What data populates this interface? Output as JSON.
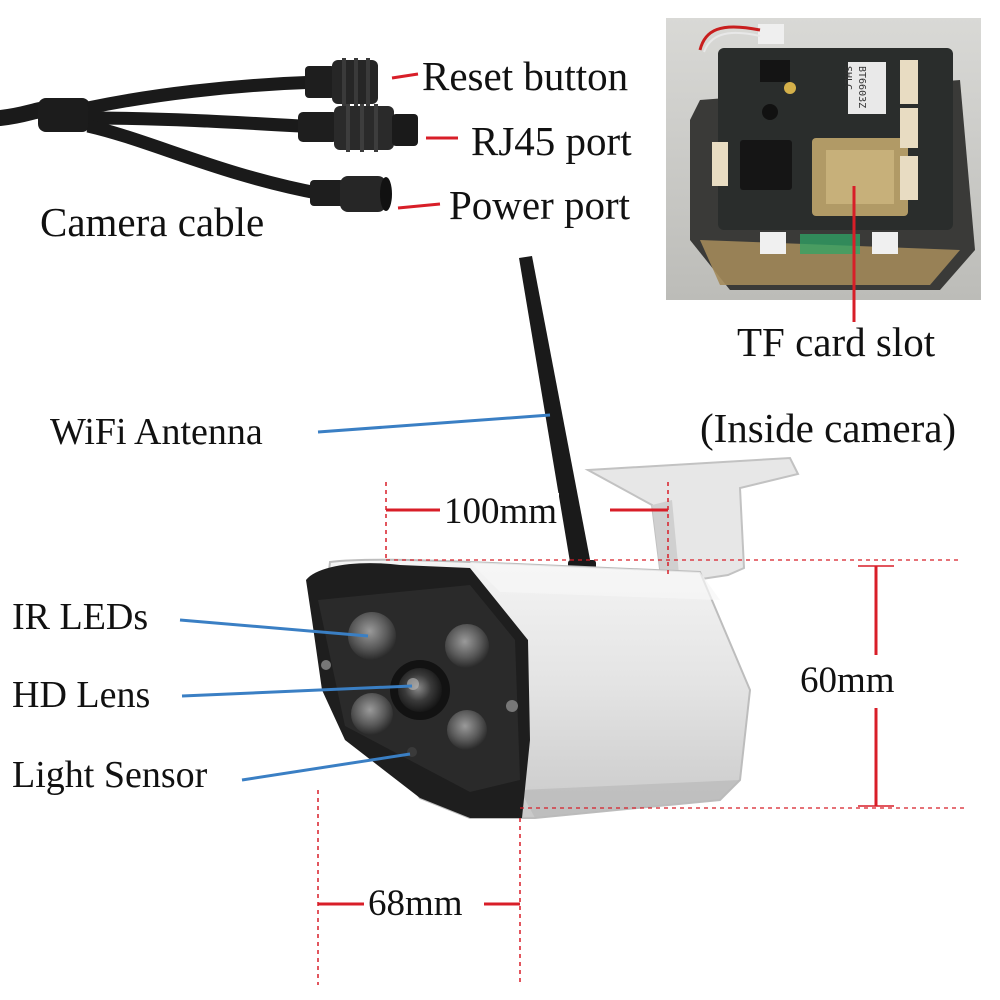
{
  "labels": {
    "reset_button": "Reset button",
    "rj45_port": "RJ45 port",
    "power_port": "Power port",
    "camera_cable": "Camera cable",
    "tf_card_slot": "TF card slot",
    "inside_camera": "(Inside camera)",
    "wifi_antenna": "WiFi Antenna",
    "ir_leds": "IR LEDs",
    "hd_lens": "HD Lens",
    "light_sensor": "Light Sensor"
  },
  "dimensions": {
    "depth": "100mm",
    "height": "60mm",
    "width": "68mm"
  },
  "board_markings": {
    "chip_text_1": "SHLC",
    "chip_text_2": "BT6603Z"
  },
  "colors": {
    "leader_line": "#3a7fc4",
    "dimension_line": "#d81e28",
    "text": "#111111",
    "camera_body": "#e8e8e8",
    "camera_front": "#1e1e1e",
    "cable": "#1a1a1a",
    "pcb": "#2a2d2c"
  }
}
